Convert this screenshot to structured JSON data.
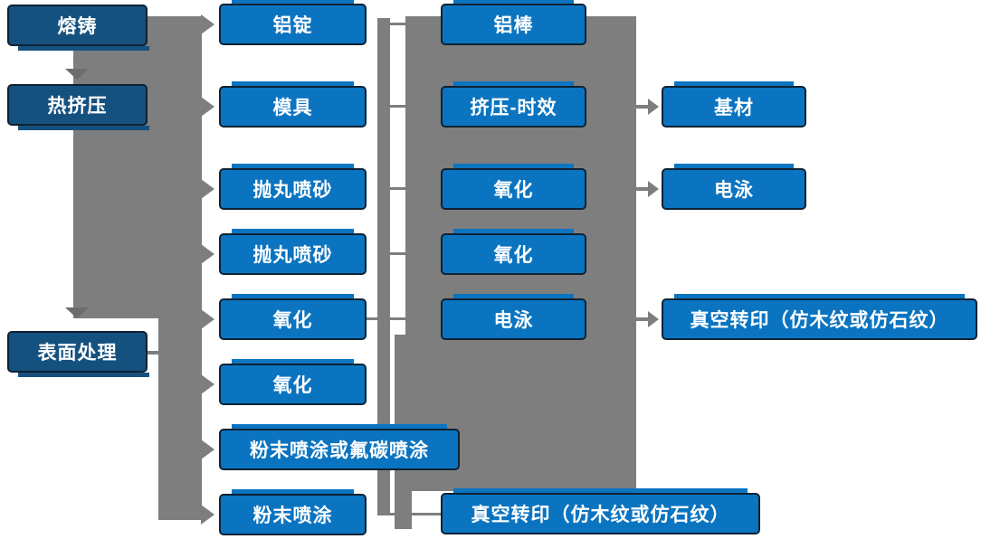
{
  "diagram": {
    "type": "flowchart",
    "background": "#ffffff",
    "colors": {
      "stage_box_fill": "#15517f",
      "process_box_fill": "#0b74c0",
      "box_border": "#0e2233",
      "connector_gray": "#7e7e7e",
      "arrow_dark_gray": "#6d6d6d",
      "text": "#ffffff"
    },
    "col1": [
      "熔铸",
      "热挤压",
      "表面处理"
    ],
    "col2": [
      "铝锭",
      "模具",
      "抛丸喷砂",
      "抛丸喷砂",
      "氧化",
      "氧化",
      "粉末喷涂或氟碳喷涂",
      "粉末喷涂"
    ],
    "col3": [
      "铝棒",
      "挤压-时效",
      "氧化",
      "氧化",
      "电泳",
      "真空转印（仿木纹或仿石纹）"
    ],
    "col4": [
      "基材",
      "电泳",
      "真空转印（仿木纹或仿石纹）"
    ]
  }
}
